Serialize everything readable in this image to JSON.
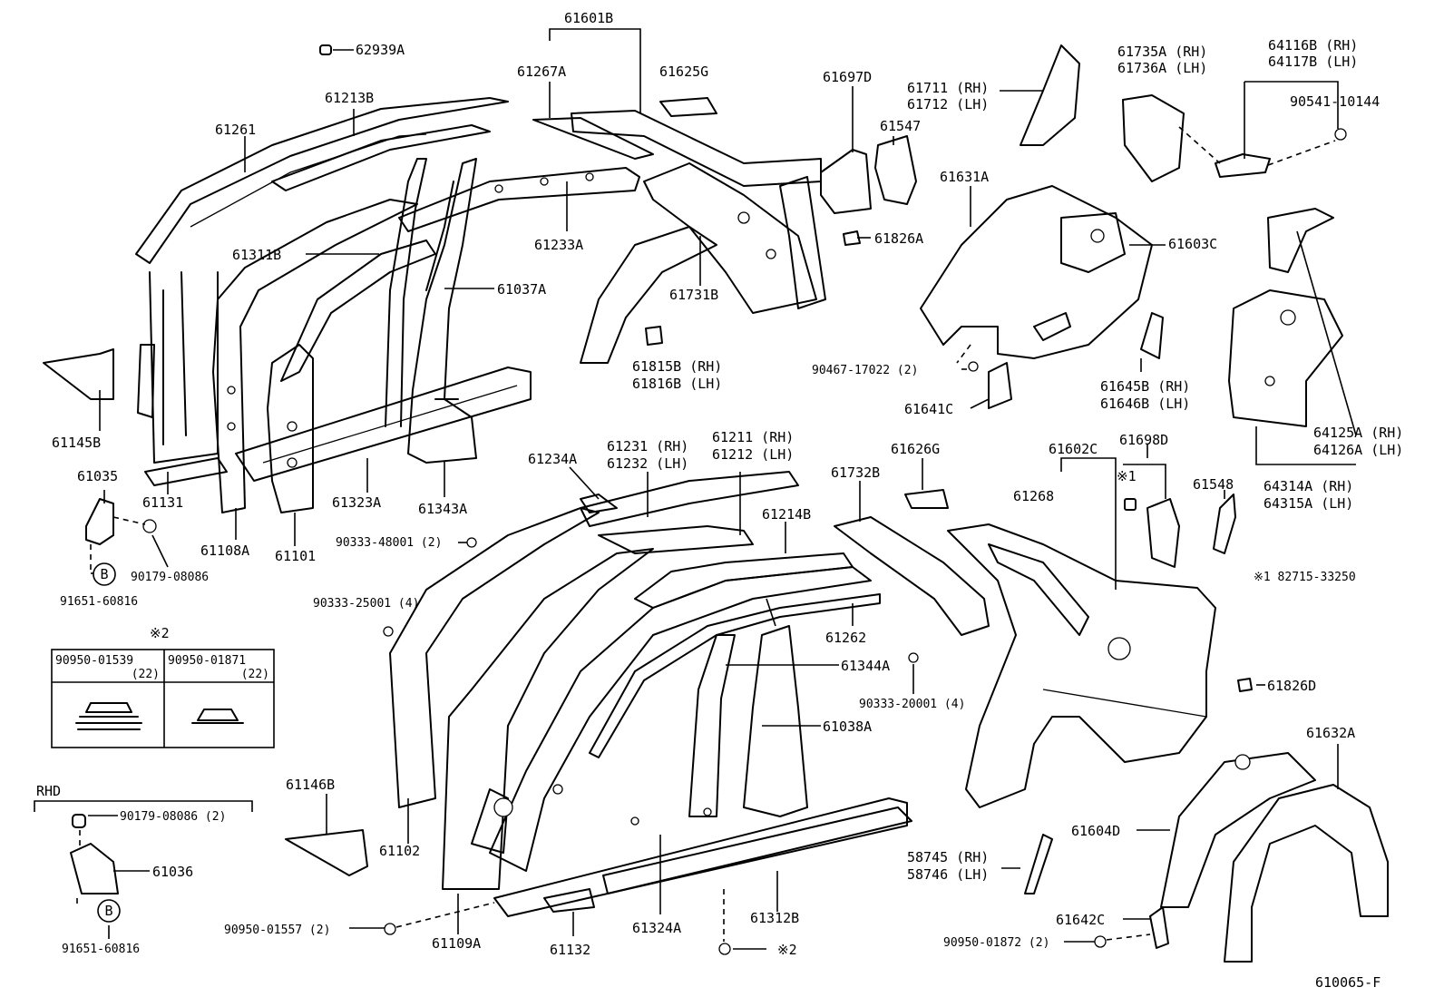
{
  "diagram_code": "610065-F",
  "callouts": [
    {
      "id": "62939A",
      "text": "62939A"
    },
    {
      "id": "61213B",
      "text": "61213B"
    },
    {
      "id": "61261",
      "text": "61261"
    },
    {
      "id": "61601B",
      "text": "61601B"
    },
    {
      "id": "61267A",
      "text": "61267A"
    },
    {
      "id": "61625G",
      "text": "61625G"
    },
    {
      "id": "61697D",
      "text": "61697D"
    },
    {
      "id": "61711",
      "text": "61711 (RH)"
    },
    {
      "id": "61712",
      "text": "61712 (LH)"
    },
    {
      "id": "61547",
      "text": "61547"
    },
    {
      "id": "61735A",
      "text": "61735A (RH)"
    },
    {
      "id": "61736A",
      "text": "61736A (LH)"
    },
    {
      "id": "64116B",
      "text": "64116B (RH)"
    },
    {
      "id": "64117B",
      "text": "64117B (LH)"
    },
    {
      "id": "90541-10144",
      "text": "90541-10144"
    },
    {
      "id": "61311B",
      "text": "61311B"
    },
    {
      "id": "61233A",
      "text": "61233A"
    },
    {
      "id": "61826A",
      "text": "61826A"
    },
    {
      "id": "61631A",
      "text": "61631A"
    },
    {
      "id": "61603C",
      "text": "61603C"
    },
    {
      "id": "61037A",
      "text": "61037A"
    },
    {
      "id": "61731B",
      "text": "61731B"
    },
    {
      "id": "61815B",
      "text": "61815B (RH)"
    },
    {
      "id": "61816B",
      "text": "61816B (LH)"
    },
    {
      "id": "90467-17022",
      "text": "90467-17022 (2)"
    },
    {
      "id": "61641C",
      "text": "61641C"
    },
    {
      "id": "61645B",
      "text": "61645B (RH)"
    },
    {
      "id": "61646B",
      "text": "61646B (LH)"
    },
    {
      "id": "64125A",
      "text": "64125A (RH)"
    },
    {
      "id": "64126A",
      "text": "64126A (LH)"
    },
    {
      "id": "61145B",
      "text": "61145B"
    },
    {
      "id": "61035",
      "text": "61035"
    },
    {
      "id": "61131",
      "text": "61131"
    },
    {
      "id": "61323A",
      "text": "61323A"
    },
    {
      "id": "61343A",
      "text": "61343A"
    },
    {
      "id": "61108A",
      "text": "61108A"
    },
    {
      "id": "61101",
      "text": "61101"
    },
    {
      "id": "90179-08086-a",
      "text": "90179-08086"
    },
    {
      "id": "91651-60816-a",
      "text": "91651-60816"
    },
    {
      "id": "61234A",
      "text": "61234A"
    },
    {
      "id": "61231",
      "text": "61231 (RH)"
    },
    {
      "id": "61232",
      "text": "61232 (LH)"
    },
    {
      "id": "61211",
      "text": "61211 (RH)"
    },
    {
      "id": "61212",
      "text": "61212 (LH)"
    },
    {
      "id": "61732B",
      "text": "61732B"
    },
    {
      "id": "61626G",
      "text": "61626G"
    },
    {
      "id": "61602C",
      "text": "61602C"
    },
    {
      "id": "61698D",
      "text": "61698D"
    },
    {
      "id": "mark1-a",
      "text": "※1"
    },
    {
      "id": "61268",
      "text": "61268"
    },
    {
      "id": "61548",
      "text": "61548"
    },
    {
      "id": "64314A",
      "text": "64314A (RH)"
    },
    {
      "id": "64315A",
      "text": "64315A (LH)"
    },
    {
      "id": "note1",
      "text": "※1 82715-33250"
    },
    {
      "id": "90333-48001",
      "text": "90333-48001 (2)"
    },
    {
      "id": "61214B",
      "text": "61214B"
    },
    {
      "id": "90333-25001",
      "text": "90333-25001 (4)"
    },
    {
      "id": "61262",
      "text": "61262"
    },
    {
      "id": "61344A",
      "text": "61344A"
    },
    {
      "id": "90333-20001",
      "text": "90333-20001 (4)"
    },
    {
      "id": "61826D",
      "text": "61826D"
    },
    {
      "id": "61038A",
      "text": "61038A"
    },
    {
      "id": "mark2-a",
      "text": "※2"
    },
    {
      "id": "61632A",
      "text": "61632A"
    },
    {
      "id": "rhd",
      "text": "RHD"
    },
    {
      "id": "61146B",
      "text": "61146B"
    },
    {
      "id": "90179-08086-b",
      "text": "90179-08086 (2)"
    },
    {
      "id": "61036",
      "text": "61036"
    },
    {
      "id": "61102",
      "text": "61102"
    },
    {
      "id": "58745",
      "text": "58745 (RH)"
    },
    {
      "id": "58746",
      "text": "58746 (LH)"
    },
    {
      "id": "61604D",
      "text": "61604D"
    },
    {
      "id": "61312B",
      "text": "61312B"
    },
    {
      "id": "61642C",
      "text": "61642C"
    },
    {
      "id": "91651-60816-b",
      "text": "91651-60816"
    },
    {
      "id": "90950-01557",
      "text": "90950-01557 (2)"
    },
    {
      "id": "61109A",
      "text": "61109A"
    },
    {
      "id": "61132",
      "text": "61132"
    },
    {
      "id": "61324A",
      "text": "61324A"
    },
    {
      "id": "mark2-b",
      "text": "※2"
    },
    {
      "id": "90950-01872",
      "text": "90950-01872 (2)"
    }
  ],
  "circle_marks": [
    {
      "id": "b1",
      "text": "B"
    },
    {
      "id": "b2",
      "text": "B"
    }
  ],
  "plug_table": {
    "title": "※2",
    "columns": [
      {
        "part": "90950-01539",
        "qty": "(22)"
      },
      {
        "part": "90950-01871",
        "qty": "(22)"
      }
    ]
  }
}
